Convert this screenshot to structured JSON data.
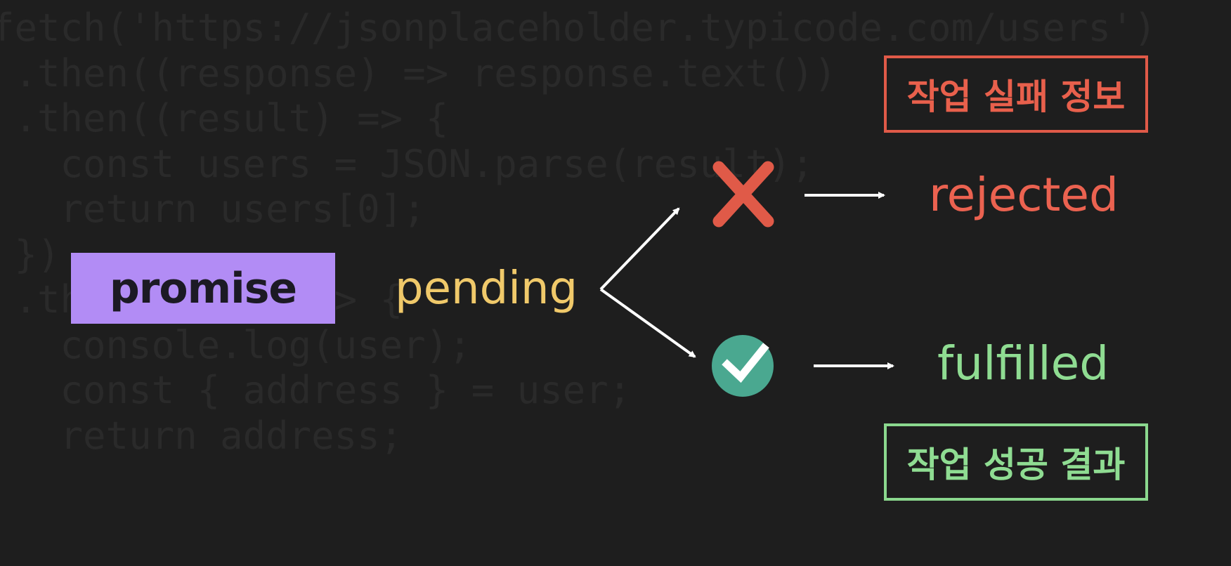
{
  "background_code": [
    "fetch('https://jsonplaceholder.typicode.com/users')",
    " .then((response) => response.text())",
    " .then((result) => {",
    "   const users = JSON.parse(result);",
    "   return users[0];",
    " })",
    " .then((user) => {",
    "   console.log(user);",
    "   const { address } = user;",
    "   return address;"
  ],
  "promise_label": "promise",
  "pending_label": "pending",
  "rejected_label": "rejected",
  "fulfilled_label": "fulfilled",
  "fail_info_label": "작업 실패 정보",
  "success_result_label": "작업 성공 결과",
  "colors": {
    "promise_box": "#b28cf5",
    "pending": "#f0c96a",
    "rejected": "#eb6250",
    "fulfilled": "#8fdc92",
    "check_circle": "#4aa890"
  },
  "icons": [
    "x-icon",
    "check-circle-icon"
  ]
}
